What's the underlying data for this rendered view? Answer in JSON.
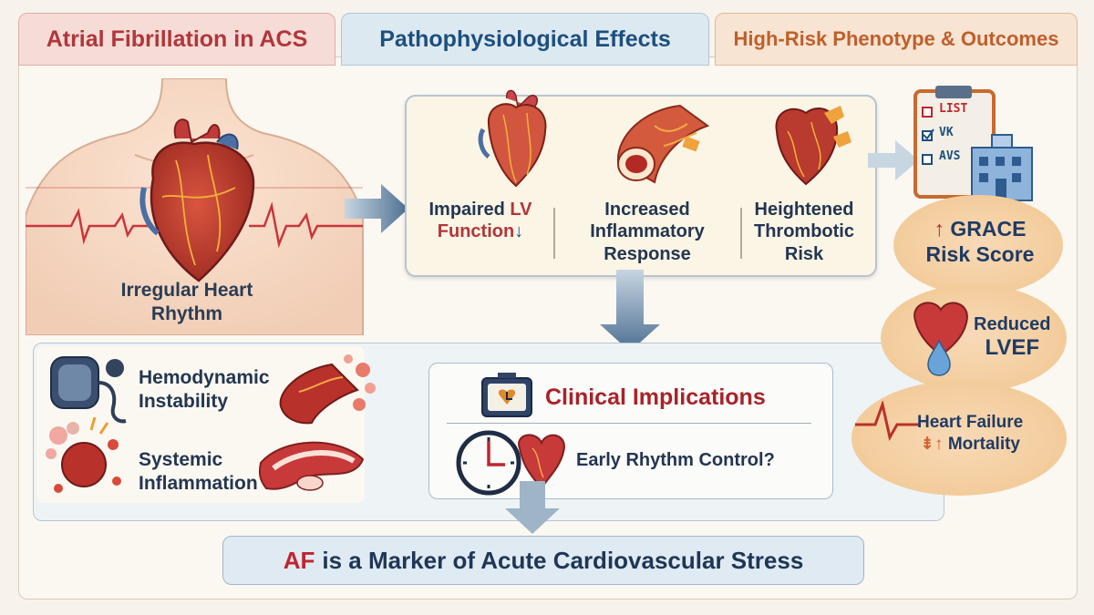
{
  "tabs": {
    "left": "Atrial Fibrillation in ACS",
    "middle": "Pathophysiological Effects",
    "right": "High-Risk Phenotype & Outcomes"
  },
  "chest": {
    "label_line1": "Irregular Heart",
    "label_line2": "Rhythm"
  },
  "effects": [
    {
      "line1": "Impaired",
      "line1_accent": "LV",
      "line2": "Function",
      "arrow": "↓"
    },
    {
      "line1": "Increased",
      "line2": "Inflammatory",
      "line3": "Response"
    },
    {
      "line1": "Heightened",
      "line2": "Thrombotic",
      "line3": "Risk"
    }
  ],
  "impacts": [
    {
      "line1": "Hemodynamic",
      "line2": "Instability"
    },
    {
      "line1": "Systemic",
      "line2": "Inflammation"
    }
  ],
  "clinical": {
    "title": "Clinical Implications",
    "question": "Early Rhythm Control?"
  },
  "checklist": {
    "items": [
      "LIST",
      "VK",
      "AVS"
    ]
  },
  "outcomes": {
    "grace_arrow": "↑",
    "grace_line1": "GRACE",
    "grace_line2": "Risk Score",
    "lvef_line1": "Reduced",
    "lvef_line2": "LVEF",
    "hf_line1": "Heart Failure",
    "hf_line2": "Mortality",
    "hf_arrows": "⇟↑"
  },
  "conclusion": {
    "accent": "AF",
    "text": "is a Marker of Acute Cardiovascular Stress"
  },
  "colors": {
    "accent_red": "#b2363a",
    "accent_blue": "#1d4f7e",
    "accent_orange": "#bf5f2c",
    "navy_text": "#233650"
  }
}
